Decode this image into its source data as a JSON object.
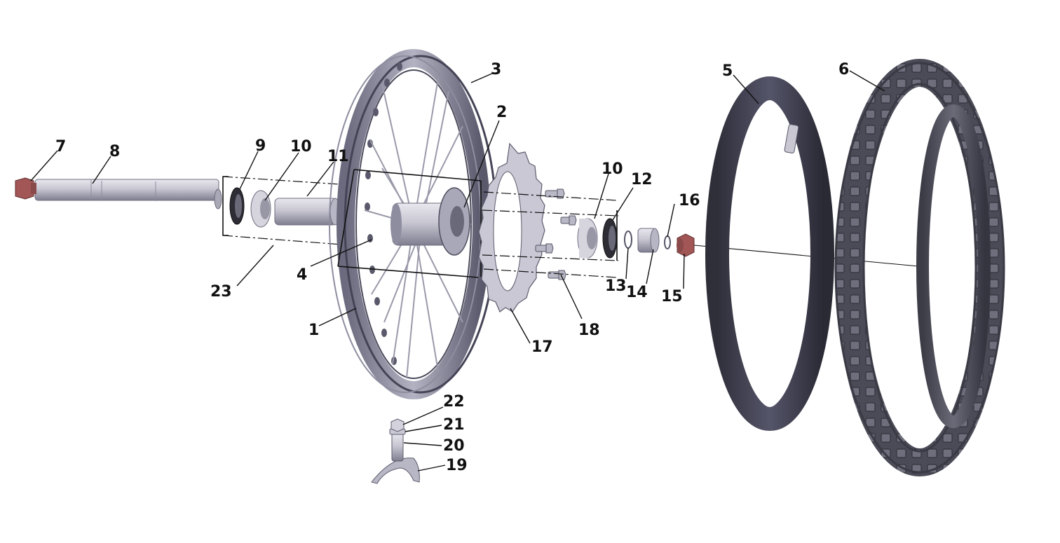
{
  "callouts": {
    "c1": "1",
    "c2": "2",
    "c3": "3",
    "c4": "4",
    "c5": "5",
    "c6": "6",
    "c7": "7",
    "c8": "8",
    "c9": "9",
    "c10a": "10",
    "c10b": "10",
    "c11": "11",
    "c12": "12",
    "c13": "13",
    "c14": "14",
    "c15": "15",
    "c16": "16",
    "c17": "17",
    "c18": "18",
    "c19": "19",
    "c20": "20",
    "c21": "21",
    "c22": "22",
    "c23": "23"
  },
  "colors": {
    "line": "#111111",
    "rim_dark": "#5c5b6e",
    "rim_light": "#a9a8b8",
    "metal": "#c9c8d2",
    "tire": "#4a4a55",
    "tube": "#3f3f4c",
    "nut": "#9a5050",
    "background": "#ffffff"
  }
}
